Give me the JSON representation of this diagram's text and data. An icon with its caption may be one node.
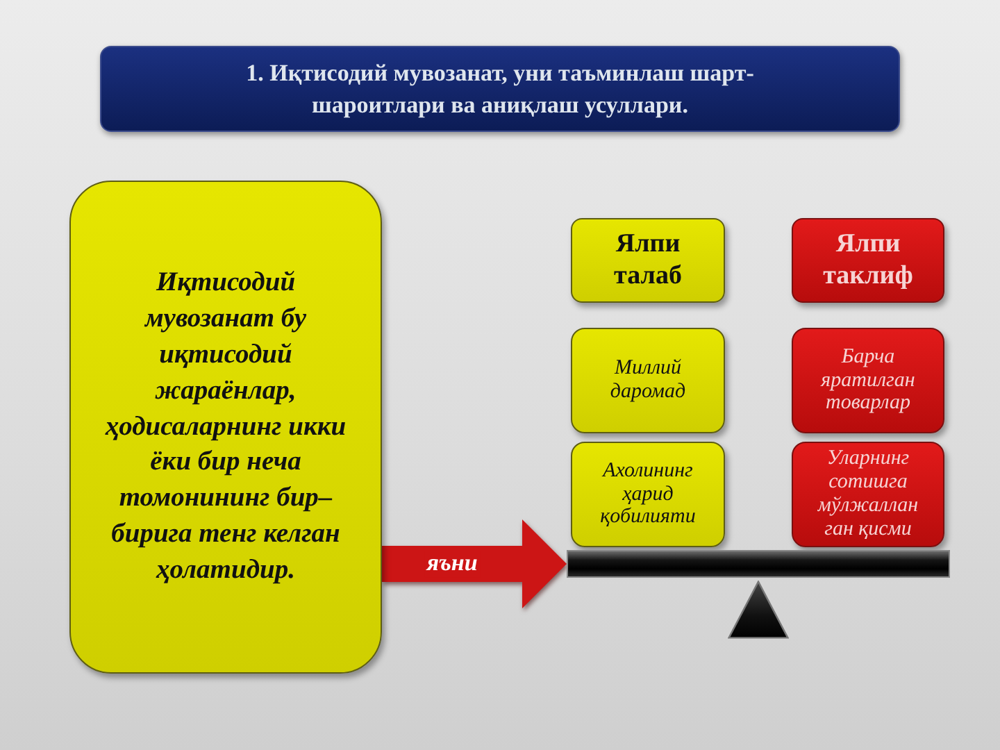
{
  "diagram": {
    "title": "1. Иқтисодий мувозанат, уни таъминлаш шарт-шароитлари ва аниқлаш усуллари.",
    "nodes": [
      {
        "text": [
          "Иқтисодий мувозанат бу иқтисодий жараёнлар, ҳодисаларнинг икки ёки бир неча томонининг бир–бирига тенг келган ҳолатидир."
        ]
      },
      {
        "text": [
          "Ялпи талаб"
        ]
      },
      {
        "text": [
          "Ялпи таклиф"
        ]
      },
      {
        "text": [
          "Миллий даромад"
        ]
      },
      {
        "text": [
          "Барча яратилган товарлар"
        ]
      },
      {
        "text": [
          "Ахолининг ҳарид қобилияти"
        ]
      },
      {
        "text": [
          "Уларнинг сотишга мўлжаллан ган қисми"
        ]
      },
      {
        "text": [],
        "shape": "bar"
      },
      {
        "text": [],
        "shape": "triangle"
      }
    ],
    "edges": [
      {
        "from": 0,
        "to": 7,
        "arrow": "to",
        "label": "яъни"
      }
    ]
  }
}
